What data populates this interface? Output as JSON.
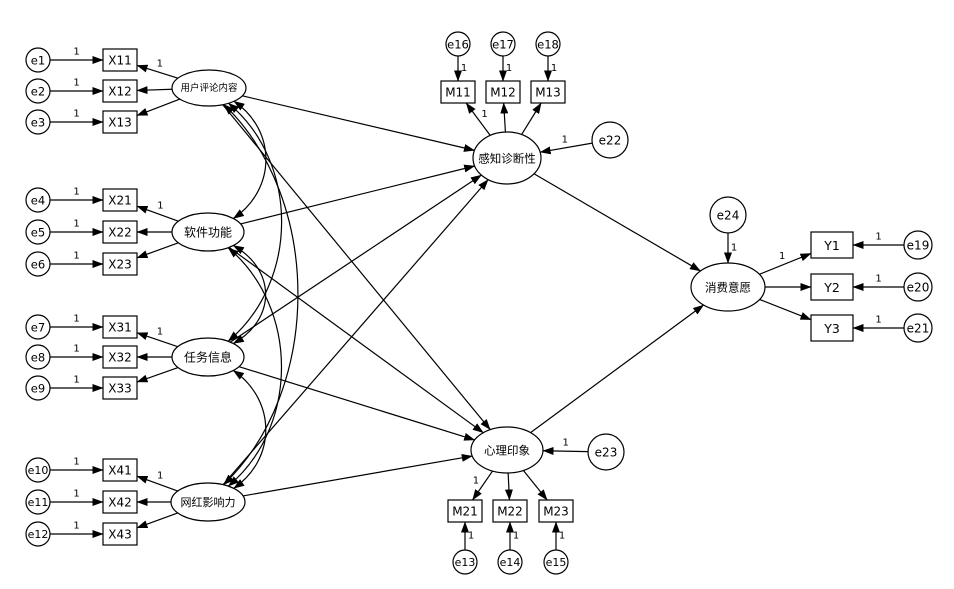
{
  "latent_variables": [
    "用户评论内容",
    "软件功能",
    "任务信息",
    "网红影响力",
    "感知诊断性",
    "心理印象",
    "消费意愿"
  ],
  "observed_variables": [
    "X11",
    "X12",
    "X13",
    "X21",
    "X22",
    "X23",
    "X31",
    "X32",
    "X33",
    "X41",
    "X42",
    "X43",
    "M11",
    "M12",
    "M13",
    "M21",
    "M22",
    "M23",
    "Y1",
    "Y2",
    "Y3"
  ],
  "error_terms": [
    "e1",
    "e2",
    "e3",
    "e4",
    "e5",
    "e6",
    "e7",
    "e8",
    "e9",
    "e10",
    "e11",
    "e12",
    "e13",
    "e14",
    "e15",
    "e16",
    "e17",
    "e18",
    "e19",
    "e20",
    "e21",
    "e22",
    "e23",
    "e24"
  ],
  "paths": [
    {
      "from": "e1",
      "to": "X11",
      "label": "1"
    },
    {
      "from": "e2",
      "to": "X12",
      "label": "1"
    },
    {
      "from": "e3",
      "to": "X13",
      "label": "1"
    },
    {
      "from": "e4",
      "to": "X21",
      "label": "1"
    },
    {
      "from": "e5",
      "to": "X22",
      "label": "1"
    },
    {
      "from": "e6",
      "to": "X23",
      "label": "1"
    },
    {
      "from": "e7",
      "to": "X31",
      "label": "1"
    },
    {
      "from": "e8",
      "to": "X32",
      "label": "1"
    },
    {
      "from": "e9",
      "to": "X33",
      "label": "1"
    },
    {
      "from": "e10",
      "to": "X41",
      "label": "1"
    },
    {
      "from": "e11",
      "to": "X42",
      "label": "1"
    },
    {
      "from": "e12",
      "to": "X43",
      "label": "1"
    },
    {
      "from": "用户评论内容",
      "to": "X11",
      "label": "1"
    },
    {
      "from": "用户评论内容",
      "to": "X12"
    },
    {
      "from": "用户评论内容",
      "to": "X13"
    },
    {
      "from": "软件功能",
      "to": "X21",
      "label": "1"
    },
    {
      "from": "软件功能",
      "to": "X22"
    },
    {
      "from": "软件功能",
      "to": "X23"
    },
    {
      "from": "任务信息",
      "to": "X31",
      "label": "1"
    },
    {
      "from": "任务信息",
      "to": "X32"
    },
    {
      "from": "任务信息",
      "to": "X33"
    },
    {
      "from": "网红影响力",
      "to": "X41",
      "label": "1"
    },
    {
      "from": "网红影响力",
      "to": "X42"
    },
    {
      "from": "网红影响力",
      "to": "X43"
    },
    {
      "from": "用户评论内容",
      "to": "感知诊断性"
    },
    {
      "from": "用户评论内容",
      "to": "心理印象"
    },
    {
      "from": "软件功能",
      "to": "感知诊断性"
    },
    {
      "from": "软件功能",
      "to": "心理印象"
    },
    {
      "from": "任务信息",
      "to": "感知诊断性"
    },
    {
      "from": "任务信息",
      "to": "心理印象"
    },
    {
      "from": "网红影响力",
      "to": "感知诊断性"
    },
    {
      "from": "网红影响力",
      "to": "心理印象"
    },
    {
      "from": "e16",
      "to": "M11",
      "label": "1"
    },
    {
      "from": "e17",
      "to": "M12",
      "label": "1"
    },
    {
      "from": "e18",
      "to": "M13",
      "label": "1"
    },
    {
      "from": "感知诊断性",
      "to": "M11",
      "label": "1"
    },
    {
      "from": "感知诊断性",
      "to": "M12"
    },
    {
      "from": "感知诊断性",
      "to": "M13"
    },
    {
      "from": "e22",
      "to": "感知诊断性",
      "label": "1"
    },
    {
      "from": "心理印象",
      "to": "M21",
      "label": "1"
    },
    {
      "from": "心理印象",
      "to": "M22"
    },
    {
      "from": "心理印象",
      "to": "M23"
    },
    {
      "from": "e13",
      "to": "M21",
      "label": "1"
    },
    {
      "from": "e14",
      "to": "M22",
      "label": "1"
    },
    {
      "from": "e15",
      "to": "M23",
      "label": "1"
    },
    {
      "from": "e23",
      "to": "心理印象",
      "label": "1"
    },
    {
      "from": "感知诊断性",
      "to": "消费意愿"
    },
    {
      "from": "心理印象",
      "to": "消费意愿"
    },
    {
      "from": "e24",
      "to": "消费意愿",
      "label": "1"
    },
    {
      "from": "消费意愿",
      "to": "Y1",
      "label": "1"
    },
    {
      "from": "消费意愿",
      "to": "Y2"
    },
    {
      "from": "消费意愿",
      "to": "Y3"
    },
    {
      "from": "e19",
      "to": "Y1",
      "label": "1"
    },
    {
      "from": "e20",
      "to": "Y2",
      "label": "1"
    },
    {
      "from": "e21",
      "to": "Y3",
      "label": "1"
    }
  ],
  "covariances": [
    [
      "用户评论内容",
      "软件功能"
    ],
    [
      "用户评论内容",
      "任务信息"
    ],
    [
      "用户评论内容",
      "网红影响力"
    ],
    [
      "软件功能",
      "任务信息"
    ],
    [
      "软件功能",
      "网红影响力"
    ],
    [
      "任务信息",
      "网红影响力"
    ]
  ],
  "colors": {
    "line": "#000000",
    "node_fill": "#ffffff",
    "text": "#000000"
  }
}
